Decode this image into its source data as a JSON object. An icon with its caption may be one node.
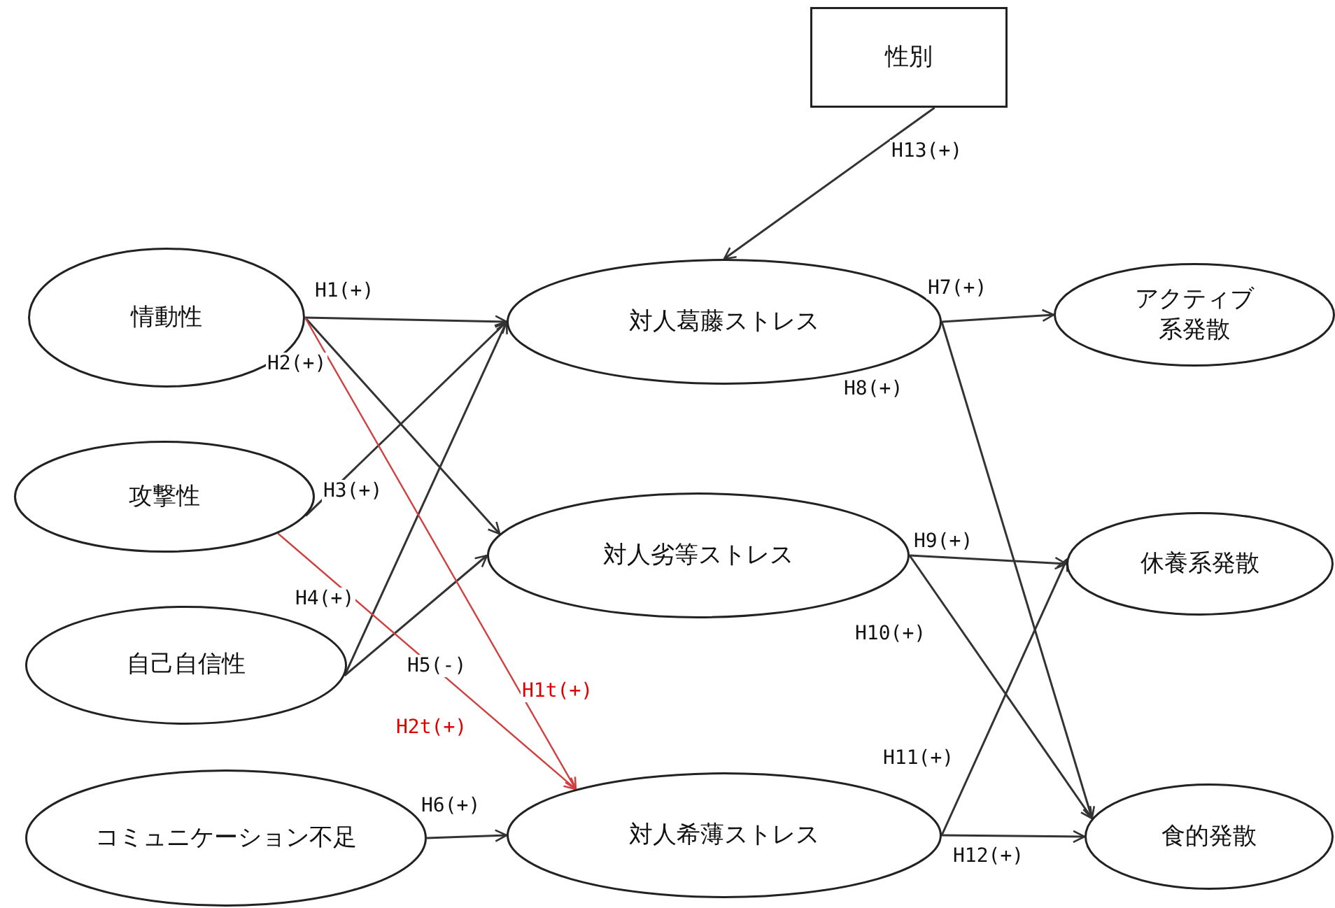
{
  "diagram": {
    "nodes": [
      {
        "text": [
          "性別"
        ]
      },
      {
        "text": [
          "情動性"
        ]
      },
      {
        "text": [
          "攻撃性"
        ]
      },
      {
        "text": [
          "自己自信性"
        ]
      },
      {
        "text": [
          "コミュニケーション不足"
        ]
      },
      {
        "text": [
          "対人葛藤ストレス"
        ]
      },
      {
        "text": [
          "対人劣等ストレス"
        ]
      },
      {
        "text": [
          "対人希薄ストレス"
        ]
      },
      {
        "text": [
          "アクティブ系発散"
        ]
      },
      {
        "text": [
          "休養系発散"
        ]
      },
      {
        "text": [
          "食的発散"
        ]
      }
    ],
    "edges": [
      {
        "from": 1,
        "to": 5,
        "arrow": "to",
        "label": "H1(+)"
      },
      {
        "from": 1,
        "to": 6,
        "arrow": "to",
        "label": "H2(+)"
      },
      {
        "from": 2,
        "to": 5,
        "arrow": "to",
        "label": "H3(+)"
      },
      {
        "from": 3,
        "to": 5,
        "arrow": "to",
        "label": "H4(+)"
      },
      {
        "from": 3,
        "to": 6,
        "arrow": "to",
        "label": "H5(-)"
      },
      {
        "from": 1,
        "to": 7,
        "arrow": "to",
        "label": "H1t(+)",
        "color": "#d04040"
      },
      {
        "from": 2,
        "to": 7,
        "arrow": "to",
        "label": "H2t(+)",
        "color": "#d04040"
      },
      {
        "from": 4,
        "to": 7,
        "arrow": "to",
        "label": "H6(+)"
      },
      {
        "from": 5,
        "to": 8,
        "arrow": "to",
        "label": "H7(+)"
      },
      {
        "from": 5,
        "to": 10,
        "arrow": "to",
        "label": "H8(+)"
      },
      {
        "from": 6,
        "to": 9,
        "arrow": "to",
        "label": "H9(+)"
      },
      {
        "from": 6,
        "to": 10,
        "arrow": "to",
        "label": "H10(+)"
      },
      {
        "from": 7,
        "to": 9,
        "arrow": "to",
        "label": "H11(+)"
      },
      {
        "from": 7,
        "to": 10,
        "arrow": "to",
        "label": "H12(+)"
      },
      {
        "from": 0,
        "to": 5,
        "arrow": "to",
        "label": "H13(+)"
      }
    ]
  }
}
